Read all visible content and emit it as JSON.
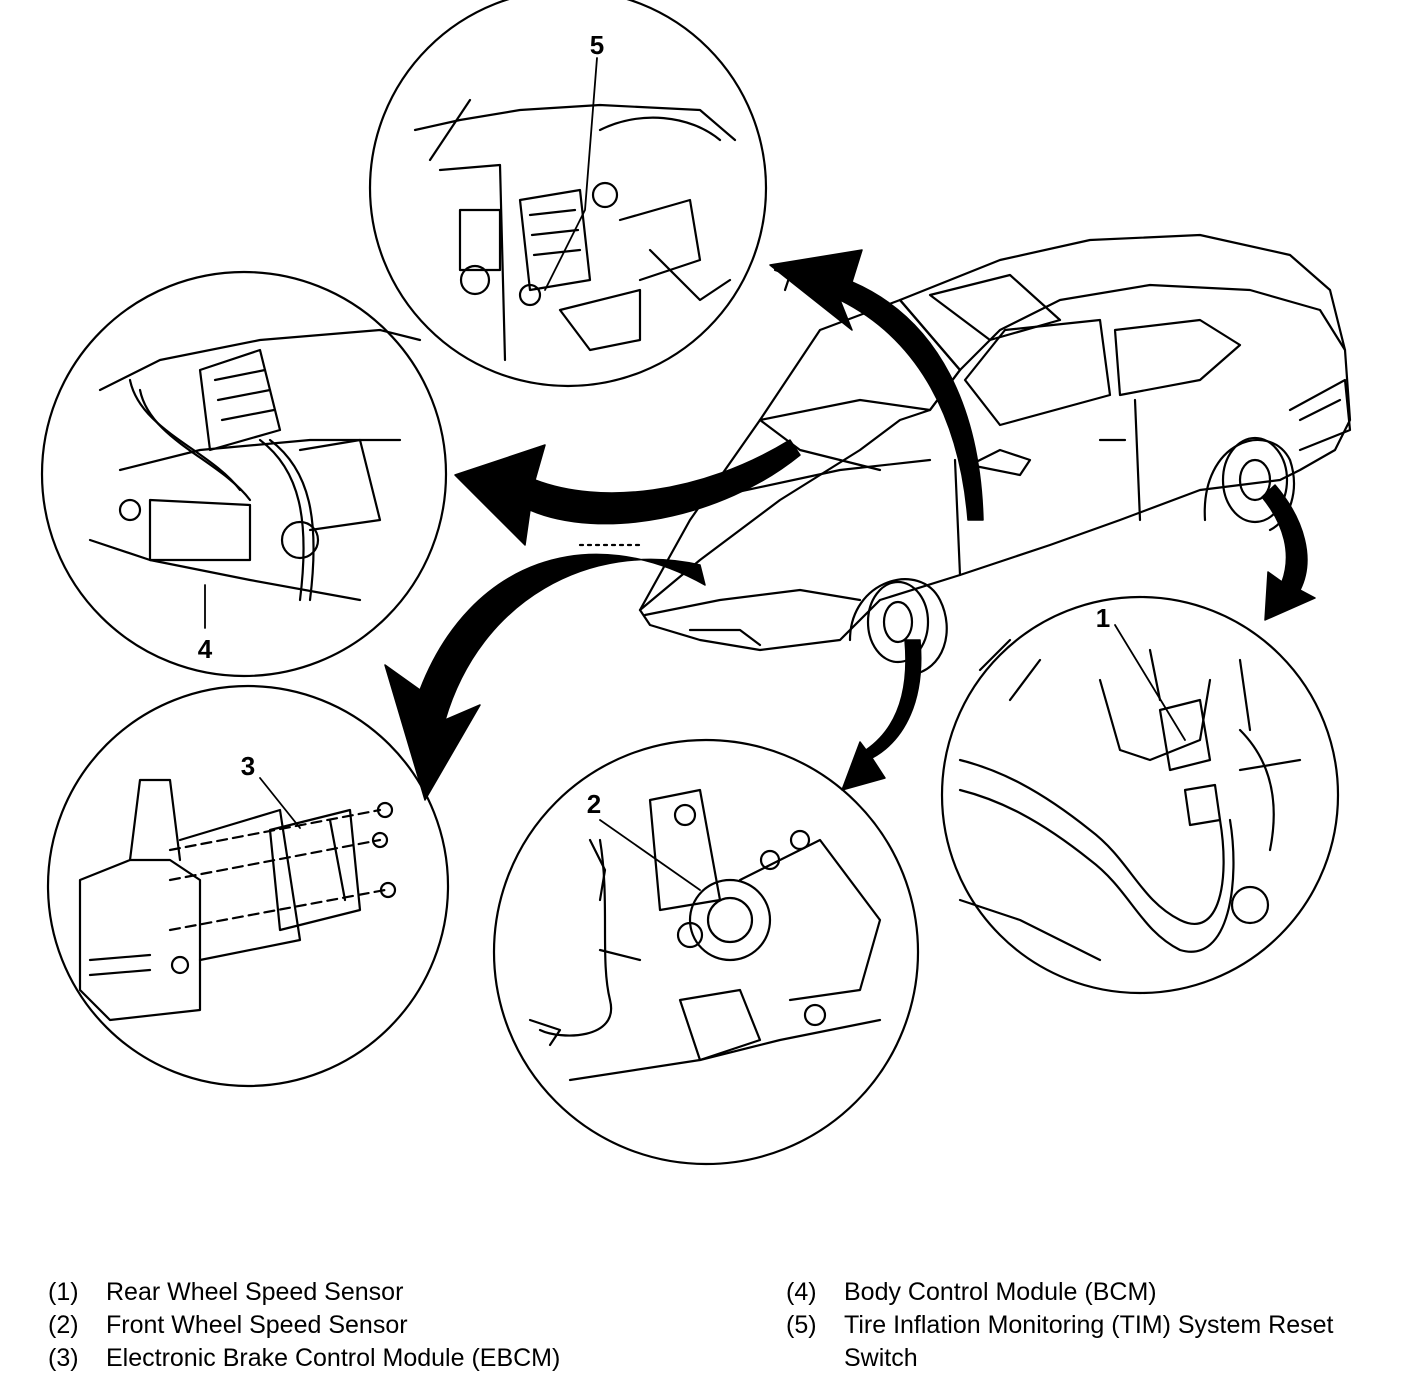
{
  "callouts": {
    "c1": "1",
    "c2": "2",
    "c3": "3",
    "c4": "4",
    "c5": "5"
  },
  "legend": {
    "left": [
      {
        "num": "(1)",
        "text": "Rear Wheel Speed Sensor"
      },
      {
        "num": "(2)",
        "text": "Front Wheel Speed Sensor"
      },
      {
        "num": "(3)",
        "text": "Electronic Brake Control Module (EBCM)"
      }
    ],
    "right": [
      {
        "num": "(4)",
        "text": "Body Control Module (BCM)"
      },
      {
        "num": "(5)",
        "text": "Tire Inflation Monitoring (TIM) System Reset Switch"
      }
    ]
  }
}
